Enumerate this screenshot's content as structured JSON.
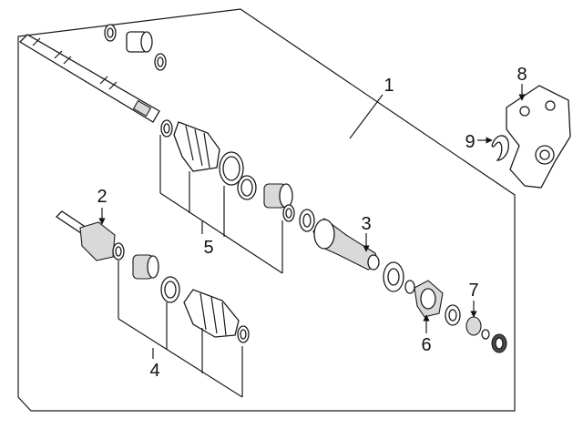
{
  "callouts": [
    {
      "id": 1,
      "label": "1"
    },
    {
      "id": 2,
      "label": "2"
    },
    {
      "id": 3,
      "label": "3"
    },
    {
      "id": 4,
      "label": "4"
    },
    {
      "id": 5,
      "label": "5"
    },
    {
      "id": 6,
      "label": "6"
    },
    {
      "id": 7,
      "label": "7"
    },
    {
      "id": 8,
      "label": "8"
    },
    {
      "id": 9,
      "label": "9"
    }
  ]
}
